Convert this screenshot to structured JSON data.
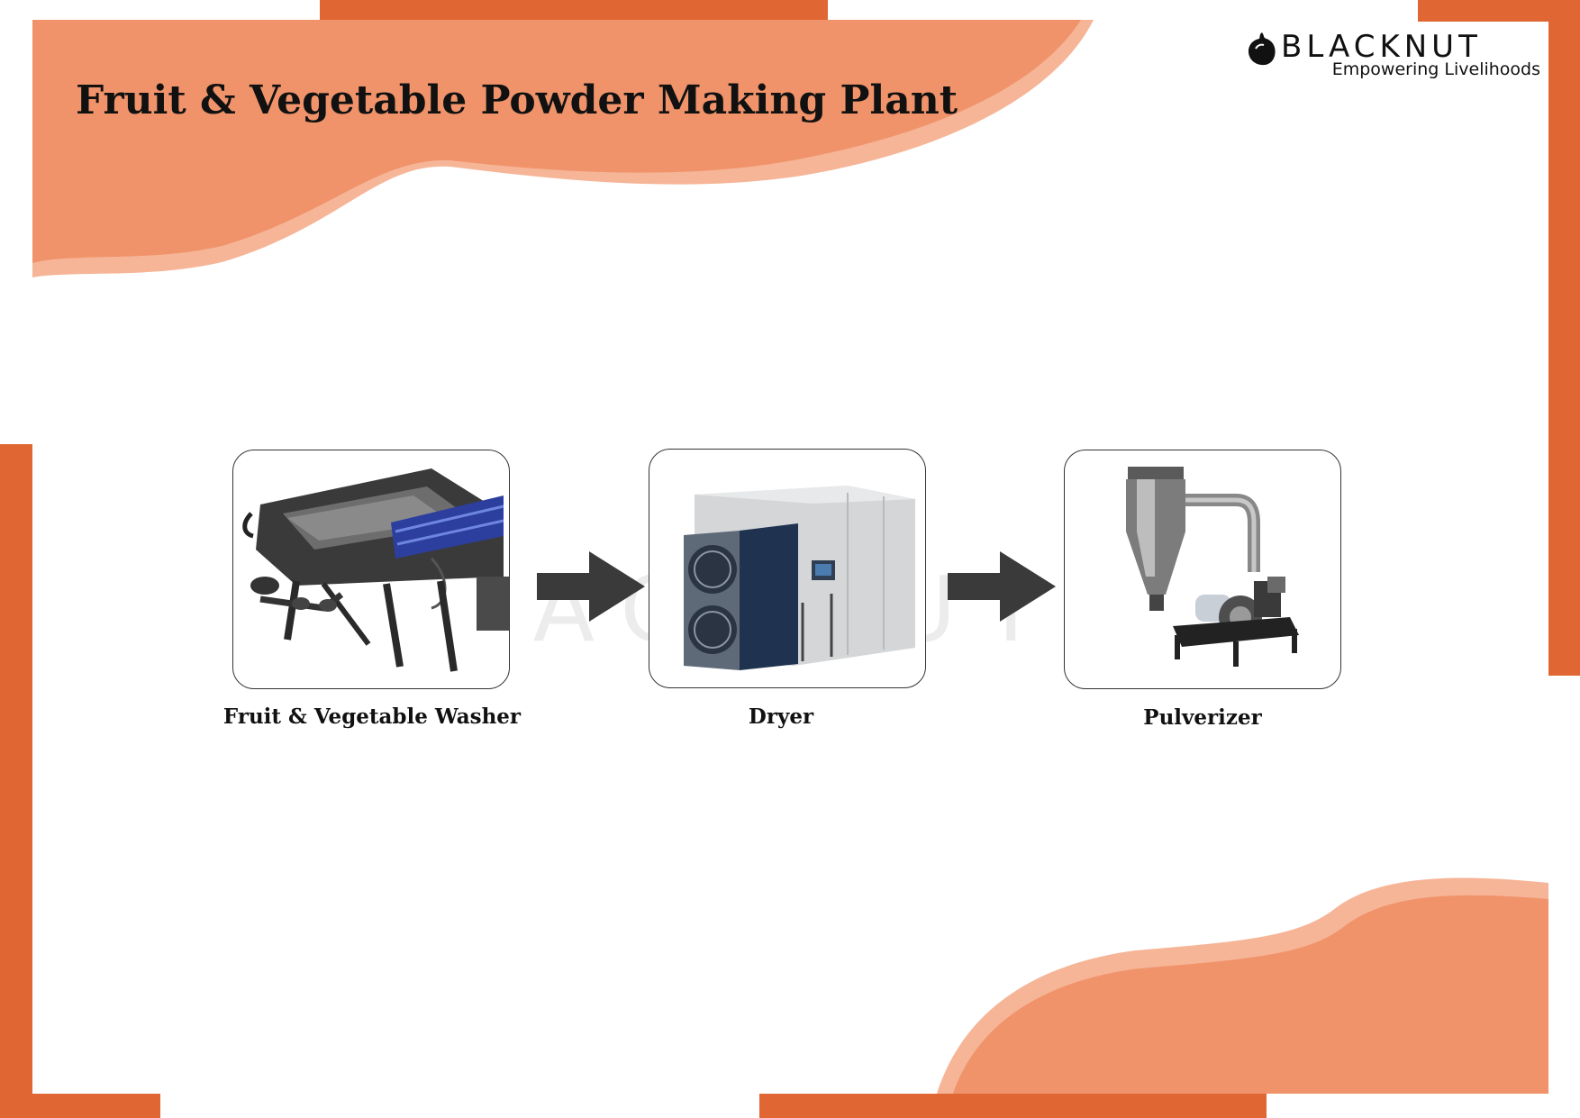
{
  "title": "Fruit & Vegetable Powder Making Plant",
  "logo": {
    "brand": "BLACKNUT",
    "tagline": "Empowering Livelihoods"
  },
  "watermark": "BLACKNUT",
  "flow": {
    "steps": [
      {
        "label": "Fruit & Vegetable Washer",
        "image": "washer-machine-image"
      },
      {
        "label": "Dryer",
        "image": "dryer-machine-image"
      },
      {
        "label": "Pulverizer",
        "image": "pulverizer-machine-image"
      }
    ],
    "connector": "right-arrow-icon"
  },
  "colors": {
    "accent_dark": "#E06634",
    "accent_light": "#F0936A",
    "accent_pale": "#F6B597",
    "arrow": "#3A3A3A"
  }
}
